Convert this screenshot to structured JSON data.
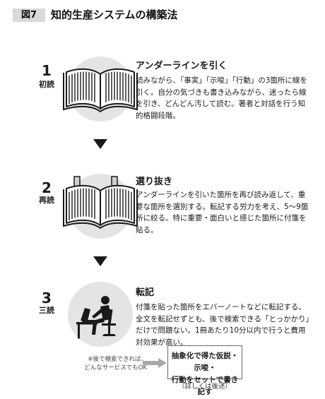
{
  "figure": {
    "label": "図7",
    "title": "知的生産システムの構築法"
  },
  "steps": [
    {
      "number": "1",
      "name": "初読",
      "title": "アンダーラインを引く",
      "body": "読みながら、「事実」「示唆」「行動」の3箇所に線を引く。自分の気づきも書き込みながら、迷ったら線を引き、どんどん汚して読む。著者と対話を行う知的格闘段階。",
      "icon": "open-book-icon"
    },
    {
      "number": "2",
      "name": "再読",
      "title": "選り抜き",
      "body": "アンダーラインを引いた箇所を再び読み返して、重要な箇所を選別する。転記する労力を考え、5〜9箇所に絞る。特に重要・面白いと感じた箇所に付箋を貼る。",
      "icon": "book-with-sticky-notes-icon"
    },
    {
      "number": "3",
      "name": "三読",
      "title": "転記",
      "body": "付箋を貼った箇所をエバーノートなどに転記する。全文を転記せずとも、後で検索できる「とっかかり」だけで問題ない。1冊あたり10分以内で行うと費用対効果が高い。",
      "icon": "person-at-computer-icon"
    }
  ],
  "note": {
    "line1": "※後で検索できれば、",
    "line2": "どんなサービスでもOK"
  },
  "output_box": {
    "line1": "抽象化で得た仮説・示唆・",
    "line2": "行動をセットで書き記す"
  },
  "footnote": "（詳しくは後述）",
  "colors": {
    "text": "#1a1a1a",
    "circle": "#e4e4e4",
    "badge": "#d9d9d9",
    "arrow_gray": "#a8a8a8"
  }
}
